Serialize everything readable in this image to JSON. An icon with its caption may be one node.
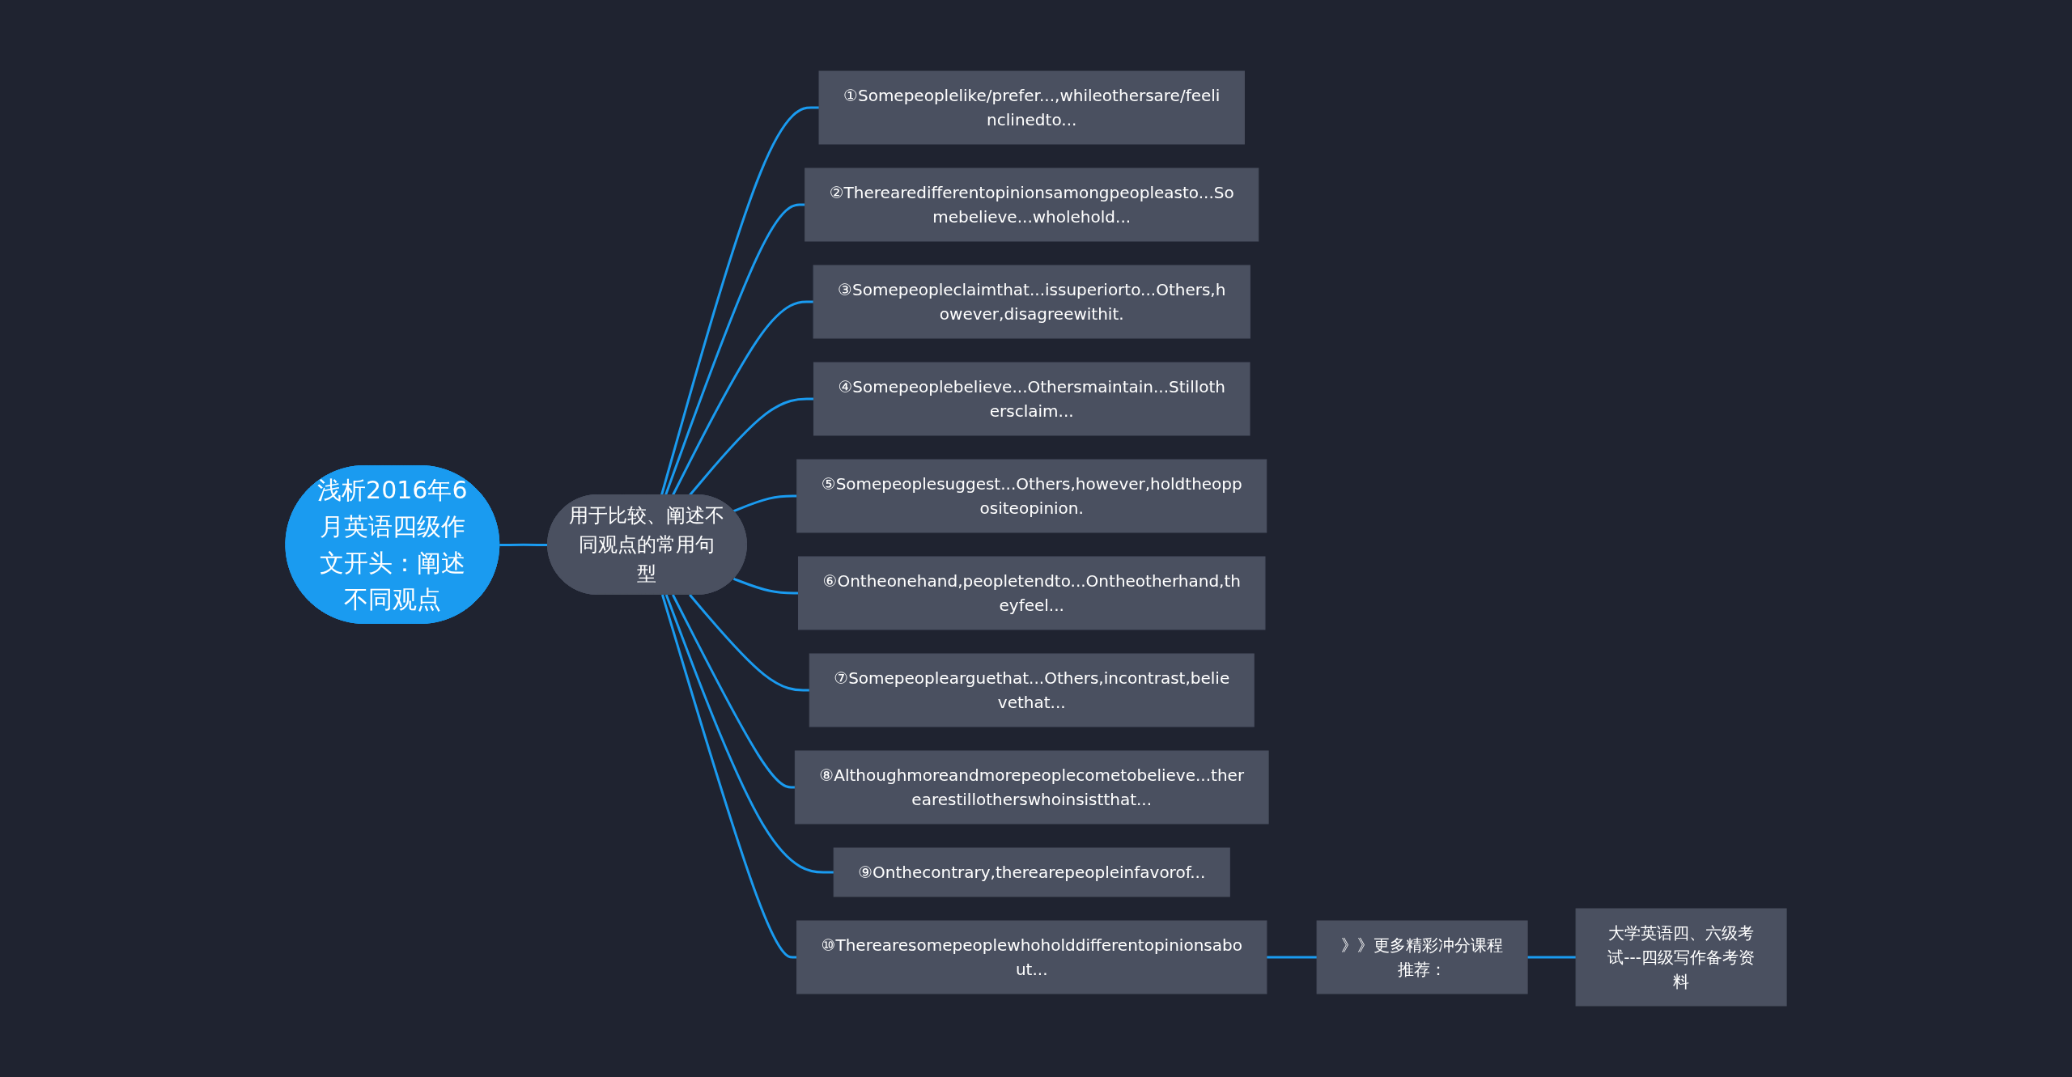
{
  "diagram": {
    "nodes": [
      {
        "text": [
          "浅析2016年6月英语四级作文开头：阐述不同观点"
        ]
      },
      {
        "text": [
          "用于比较、阐述不同观点的常用句型"
        ]
      },
      {
        "text": [
          "①Somepeoplelike/prefer...,whileothersare/feelinclinedto..."
        ]
      },
      {
        "text": [
          "②Therearedifferentopinionsamongpeopleasto...Somebelieve...wholehold..."
        ]
      },
      {
        "text": [
          "③Somepeopleclaimthat...issuperiorto...Others,however,disagreewithit."
        ]
      },
      {
        "text": [
          "④Somepeoplebelieve...Othersmaintain...Stillothersclaim..."
        ]
      },
      {
        "text": [
          "⑤Somepeoplesuggest...Others,however,holdtheoppositeopinion."
        ]
      },
      {
        "text": [
          "⑥Ontheonehand,peopletendto...Ontheotherhand,theyfeel..."
        ]
      },
      {
        "text": [
          "⑦Somepeoplearguethat...Others,incontrast,believethat..."
        ]
      },
      {
        "text": [
          "⑧Althoughmoreandmorepeoplecometobelieve...therearestillotherswhoinsistthat..."
        ]
      },
      {
        "text": [
          "⑨Onthecontrary,therearepeopleinfavorof..."
        ]
      },
      {
        "text": [
          "⑩Therearesomepeoplewhoholddifferentopinionsabout..."
        ]
      },
      {
        "text": [
          "》》更多精彩冲分课程推荐："
        ]
      },
      {
        "text": [
          "大学英语四、六级考试---四级写作备考资料"
        ]
      }
    ],
    "edges": [
      {
        "from": 0,
        "to": 1,
        "arrow": "none"
      },
      {
        "from": 1,
        "to": 2,
        "arrow": "none"
      },
      {
        "from": 1,
        "to": 3,
        "arrow": "none"
      },
      {
        "from": 1,
        "to": 4,
        "arrow": "none"
      },
      {
        "from": 1,
        "to": 5,
        "arrow": "none"
      },
      {
        "from": 1,
        "to": 6,
        "arrow": "none"
      },
      {
        "from": 1,
        "to": 7,
        "arrow": "none"
      },
      {
        "from": 1,
        "to": 8,
        "arrow": "none"
      },
      {
        "from": 1,
        "to": 9,
        "arrow": "none"
      },
      {
        "from": 1,
        "to": 10,
        "arrow": "none"
      },
      {
        "from": 1,
        "to": 11,
        "arrow": "none"
      },
      {
        "from": 11,
        "to": 12,
        "arrow": "none"
      },
      {
        "from": 12,
        "to": 13,
        "arrow": "none"
      }
    ]
  }
}
